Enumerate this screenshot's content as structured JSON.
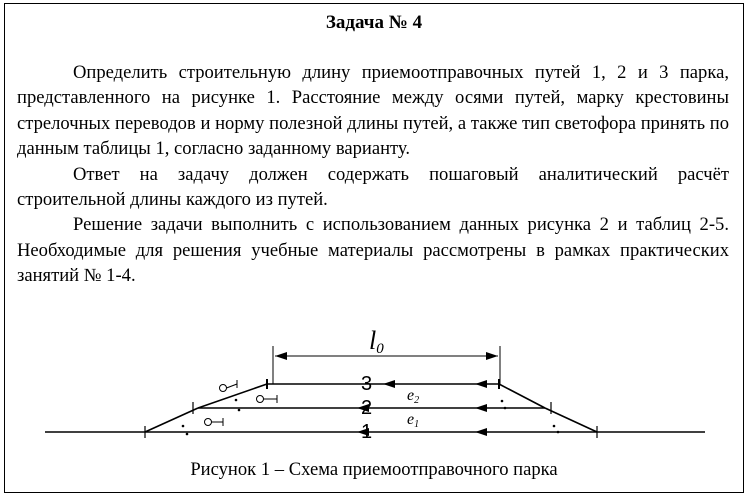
{
  "task": {
    "title": "Задача № 4",
    "paragraphs": [
      "Определить строительную длину приемоотправочных путей 1, 2 и 3 парка, представленного на рисунке 1. Расстояние между осями путей, марку крестовины стрелочных переводов и норму полезной длины путей, а также тип светофора принять по данным таблицы 1, согласно заданному варианту.",
      "Ответ на задачу должен содержать пошаговый аналитический расчёт строительной длины каждого из путей.",
      "Решение задачи выполнить с использованием данных рисунка 2 и таблиц 2-5. Необходимые для решения учебные материалы рассмотрены в рамках практических занятий № 1-4."
    ]
  },
  "figure": {
    "length_label": "l",
    "length_subscript": "0",
    "track_labels": [
      "3",
      "2",
      "1"
    ],
    "distance_labels": [
      {
        "base": "e",
        "sub": "2"
      },
      {
        "base": "e",
        "sub": "1"
      }
    ],
    "caption": "Рисунок 1 – Схема приемоотправочного парка"
  }
}
